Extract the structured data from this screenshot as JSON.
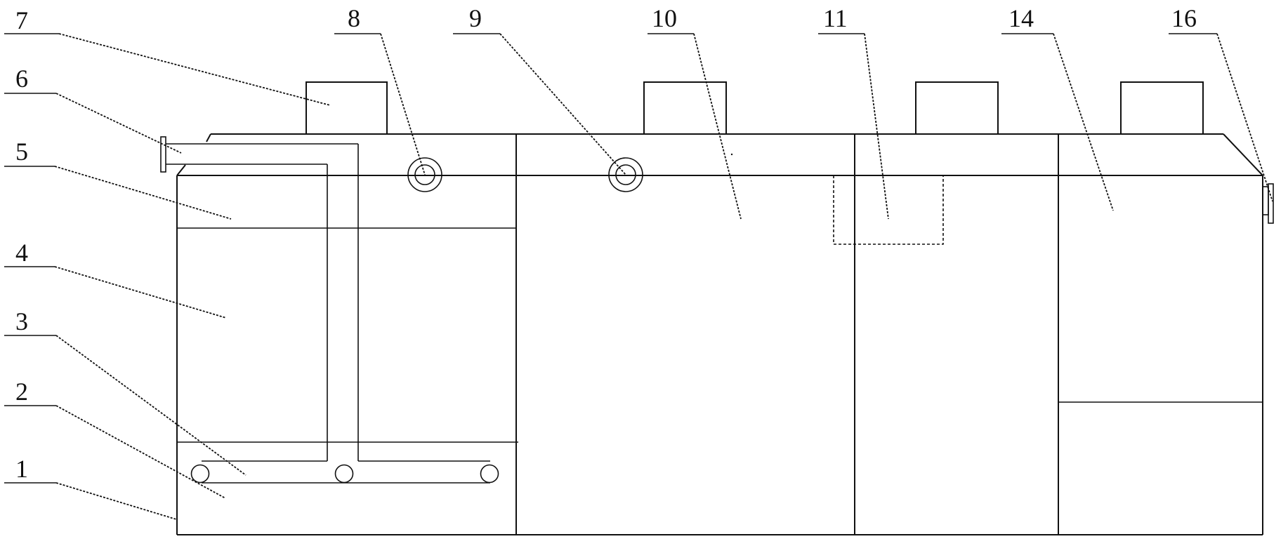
{
  "labels": {
    "l1": "1",
    "l2": "2",
    "l3": "3",
    "l4": "4",
    "l5": "5",
    "l6": "6",
    "l7": "7",
    "l8": "8",
    "l9": "9",
    "l10": "10",
    "l11": "11",
    "l14": "14",
    "l16": "16"
  },
  "colors": {
    "line": "#111111",
    "background": "#ffffff"
  }
}
